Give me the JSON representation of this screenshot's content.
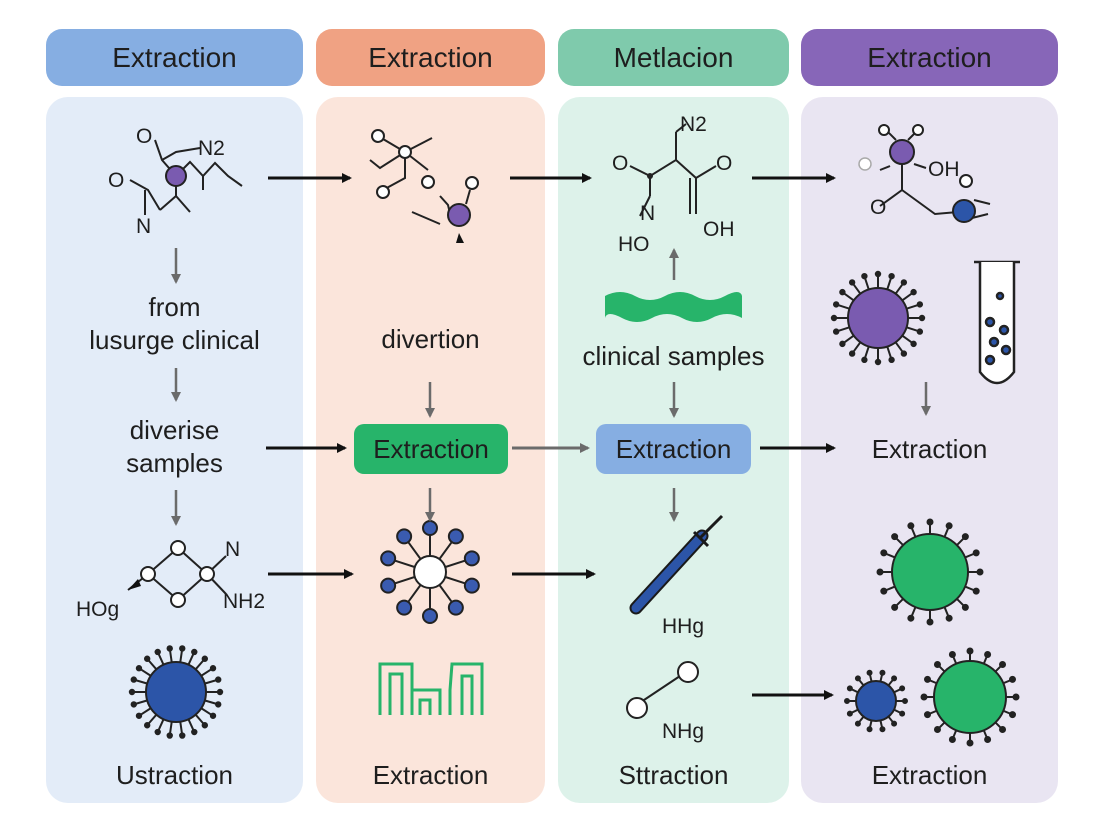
{
  "headers": [
    "Extraction",
    "Extraction",
    "Metlacion",
    "Extraction"
  ],
  "colors": {
    "col1_header": "#86aee2",
    "col1_bg": "#e3ecf8",
    "col2_header": "#f0a283",
    "col2_bg": "#fbe5db",
    "col3_header": "#7fcaac",
    "col3_bg": "#ddf2ea",
    "col4_header": "#8766b8",
    "col4_bg": "#e9e5f2",
    "purple_atom": "#7a5bb0",
    "blue_atom": "#2c55a8",
    "green": "#27b46a"
  },
  "col1": {
    "text_from": "from",
    "text_clinical": "lusurge clinical",
    "text_diverise": "diverise",
    "text_samples": "samples",
    "bottom_label": "Ustraction",
    "chem": {
      "n2": "N2",
      "o_top": "O",
      "o_left": "O",
      "n_low": "N",
      "hog": "HOg",
      "n_right": "N",
      "nh2": "NH2"
    }
  },
  "col2": {
    "divertion": "divertion",
    "box_label": "Extraction",
    "bottom_label": "Extraction"
  },
  "col3": {
    "clinical_samples": "clinical samples",
    "box_label": "Extraction",
    "hhg": "HHg",
    "nhg": "NHg",
    "bottom_label": "Sttraction",
    "chem": {
      "n2": "N2",
      "o_left": "O",
      "o_right": "O",
      "n": "N",
      "ho": "HO",
      "oh": "OH"
    }
  },
  "col4": {
    "extraction_label": "Extraction",
    "bottom_label": "Extraction",
    "chem": {
      "oh": "OH",
      "o": "O"
    }
  }
}
